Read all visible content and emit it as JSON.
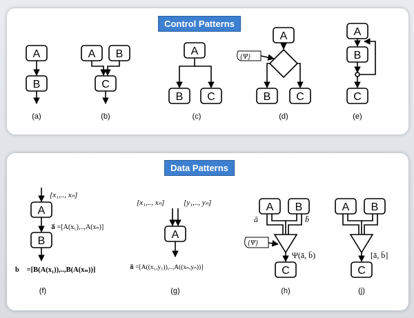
{
  "headers": {
    "control": "Control Patterns",
    "data": "Data Patterns"
  },
  "captions": [
    "(a)",
    "(b)",
    "(c)",
    "(d)",
    "(e)",
    "(f)",
    "(g)",
    "(h)",
    "(j)"
  ],
  "nodes": {
    "A": "A",
    "B": "B",
    "C": "C"
  },
  "psi_label": "{Ψ}",
  "f": {
    "input": "[x₁,.., xₙ]",
    "a_vec": "a⃗ =[A(x₁),..,A(xₙ)]",
    "b_vec": "b⃗ =[B(A(x₁)),..,B(A(xₙ))]"
  },
  "g": {
    "input_x": "[x₁,.., xₙ]",
    "input_y": "[y₁,.., yₙ]",
    "a_vec": "a⃗ =[A((x₁,y₁)),..,A((xₙ,yₙ))]"
  },
  "h": {
    "a_bar": "ā",
    "b_bar": "b̄",
    "func": "Ψ(ā, b̄)"
  },
  "j": {
    "pair": "[ā, b̄]"
  },
  "colors": {
    "header_bg": "#3d7fd0",
    "header_text": "#ffffff",
    "stroke": "#000000"
  }
}
